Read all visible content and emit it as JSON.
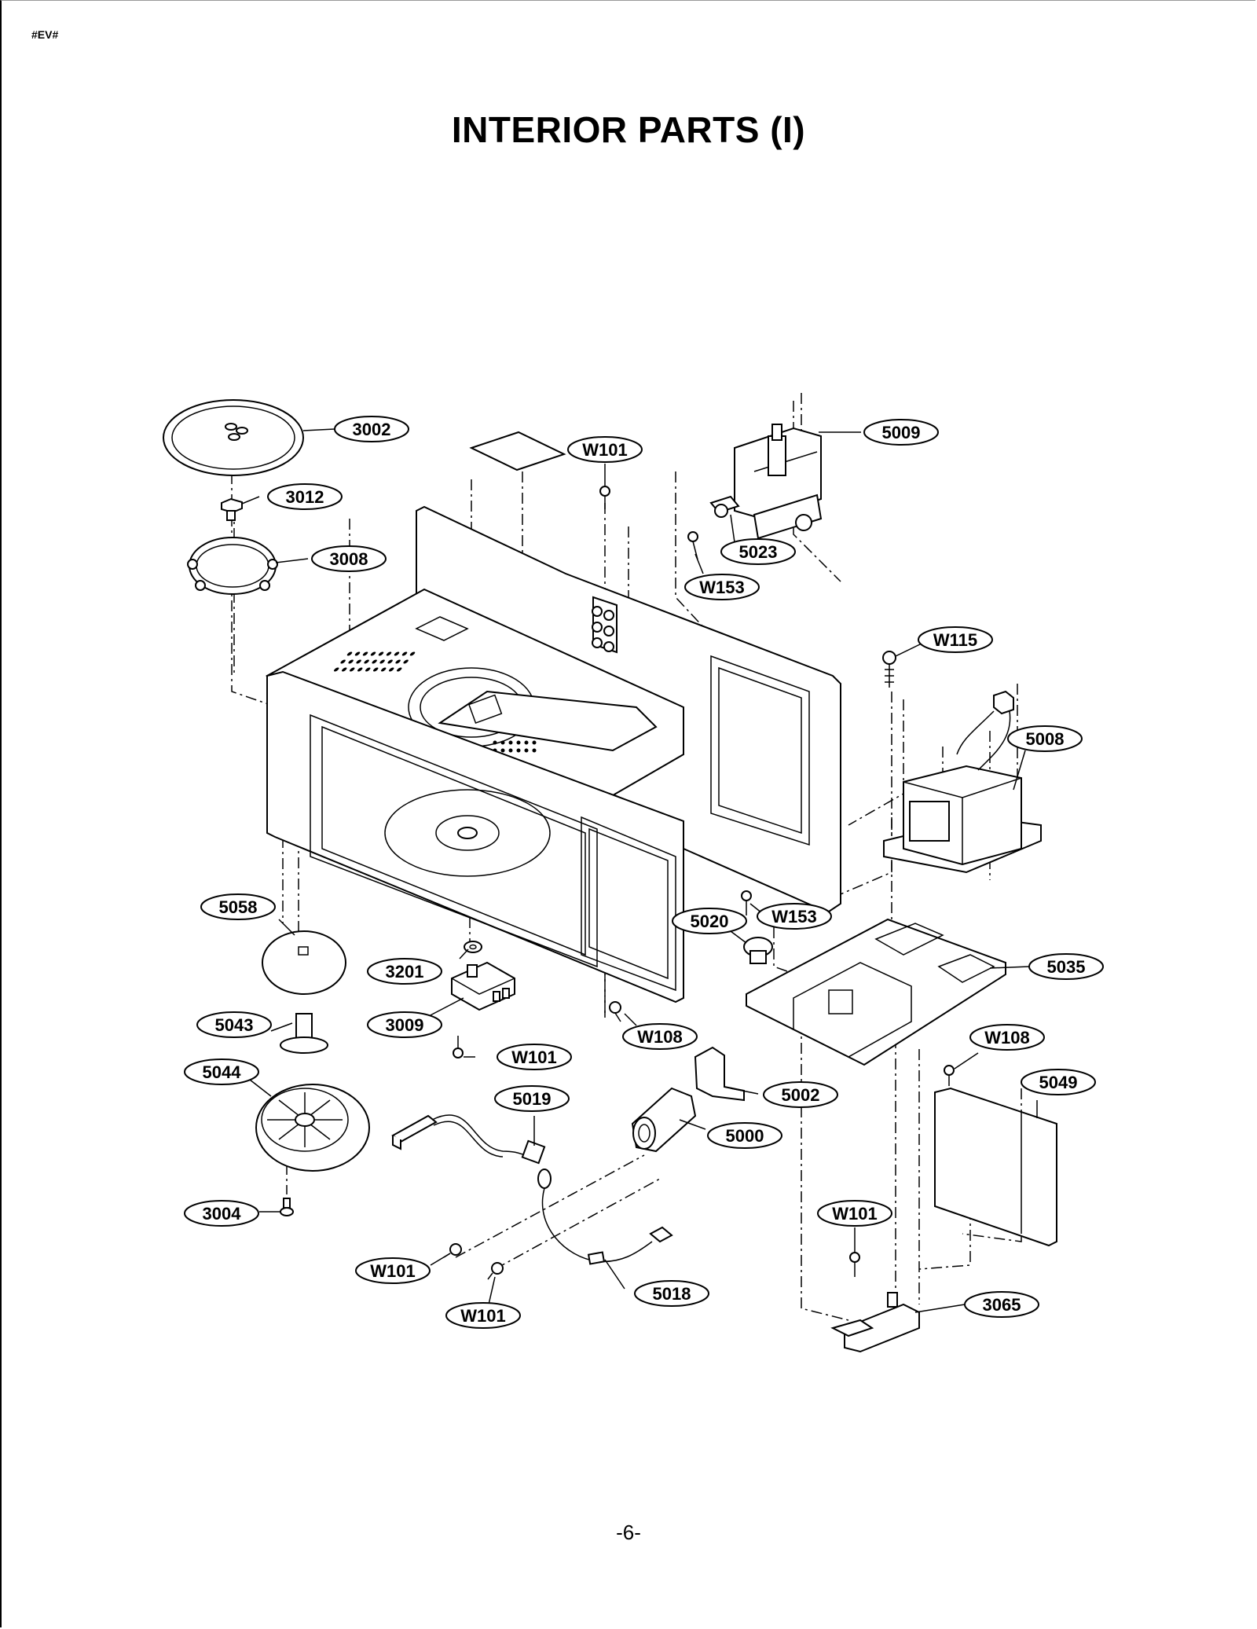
{
  "header": {
    "code": "#EV#"
  },
  "title": "INTERIOR PARTS (I)",
  "page_number": "-6-",
  "labels": {
    "p3002": "3002",
    "p3012": "3012",
    "p3008": "3008",
    "p5058": "5058",
    "p5043": "5043",
    "p5044": "5044",
    "p3004": "3004",
    "p3201": "3201",
    "p3009": "3009",
    "w101_a": "W101",
    "w101_b": "W101",
    "w101_c": "W101",
    "w101_d": "W101",
    "w101_e": "W101",
    "p5019": "5019",
    "p5018": "5018",
    "p5009": "5009",
    "p5023": "5023",
    "w153_a": "W153",
    "w153_b": "W153",
    "w115": "W115",
    "p5008": "5008",
    "p5020": "5020",
    "p5035": "5035",
    "w108_a": "W108",
    "w108_b": "W108",
    "p5002": "5002",
    "p5000": "5000",
    "p5049": "5049",
    "p3065": "3065"
  }
}
